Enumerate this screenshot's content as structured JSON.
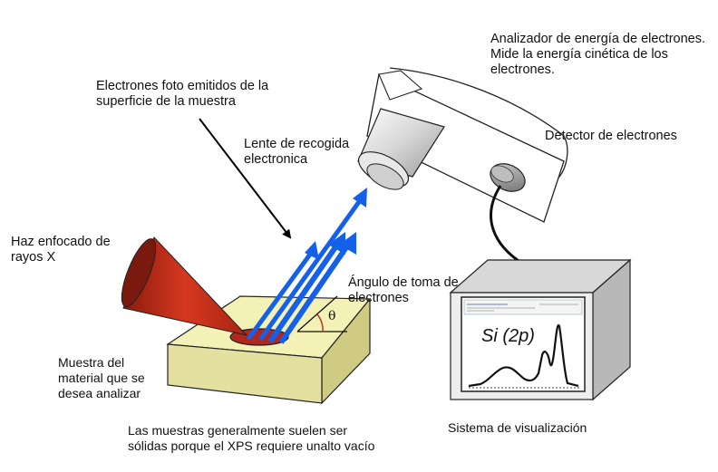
{
  "labels": {
    "analyzer": "Analizador de energía de electrones.\nMide la energía cinética de los\nelectrones.",
    "photoelectrons": "Electrones foto emitidos de la\nsuperficie de la muestra",
    "lens": "Lente de recogida\nelectronica",
    "detector": "Detector de electrones",
    "xray_beam": "Haz enfocado de\nrayos X",
    "takeoff_angle": "Ángulo de toma de\nelectrones",
    "theta": "θ",
    "sample": "Muestra del\nmaterial que se\ndesea analizar",
    "sample_note": "Las muestras generalmente suelen ser\nsólidas porque el XPS requiere unalto vacío",
    "display_system": "Sistema de visualización",
    "spectrum_title": "Si (2p)"
  },
  "colors": {
    "beam": "#c8321e",
    "beam_dark": "#7a1a0e",
    "electron_arrow": "#1560e8",
    "sample_top": "#f3f0b8",
    "sample_side": "#d9d58e",
    "monitor_front": "#ececec",
    "monitor_side": "#bdbdbd",
    "monitor_top": "#d8d8d8",
    "spot": "#b3261a"
  },
  "icons": {
    "analyzer": "electron-energy-analyzer",
    "lens": "collection-lens-cylinder",
    "detector": "detector-disc",
    "monitor": "display-monitor"
  }
}
